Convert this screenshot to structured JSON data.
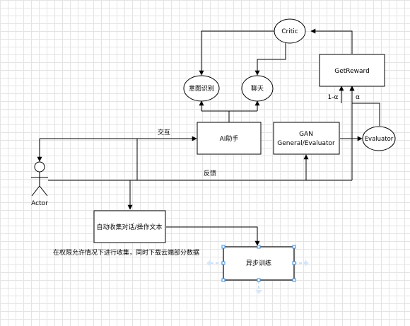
{
  "nodes": {
    "critic": "Critic",
    "intent": "意图识别",
    "chat": "聊天",
    "get_reward": "GetReward",
    "ai_assistant": "AI助手",
    "gan_line1": "GAN",
    "gan_line2": "General/Evaluator",
    "evaluator": "Evaluator",
    "actor": "Actor",
    "auto_collect": "自动收集对话/操作文本",
    "async_training": "异步训练"
  },
  "edge_labels": {
    "interact": "交互",
    "feedback": "反馈",
    "one_minus_alpha": "1-α",
    "alpha": "α"
  },
  "annotation": "在权限允许情况下进行收集，同时下载云端部分数据",
  "colors": {
    "stroke": "#000000",
    "selection": "#3b8fe0",
    "grid": "#e4e4e4"
  }
}
